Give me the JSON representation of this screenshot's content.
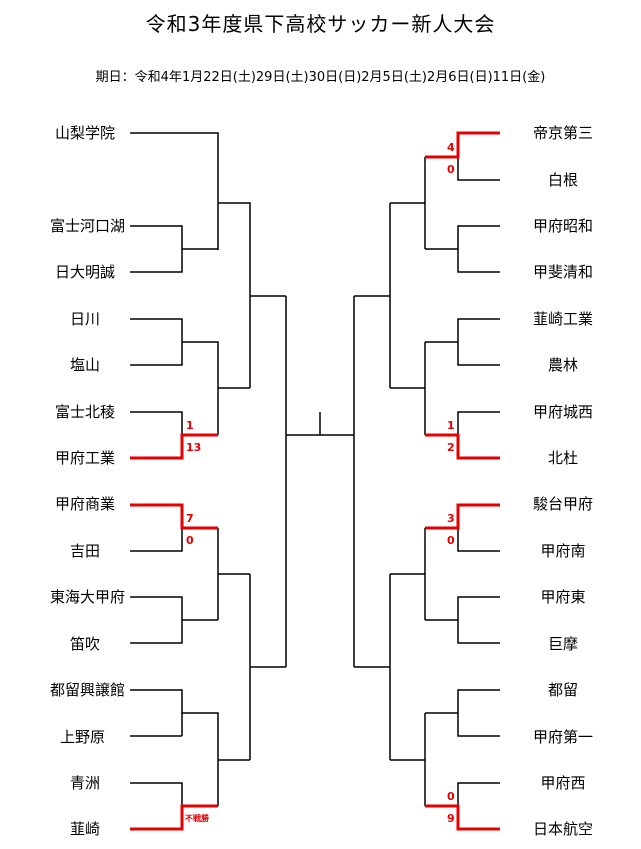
{
  "title": "令和3年度県下高校サッカー新人大会",
  "schedule": "期日：令和4年1月22日(土)29日(土)30日(日)2月5日(土)2月6日(日)11日(金)",
  "colors": {
    "line": "#000000",
    "winner": "#e60000"
  },
  "left_teams": [
    "山梨学院",
    "富士河口湖",
    "日大明誠",
    "日川",
    "塩山",
    "富士北稜",
    "甲府工業",
    "甲府商業",
    "吉田",
    "東海大甲府",
    "笛吹",
    "都留興譲館",
    "上野原",
    "青洲",
    "韮崎"
  ],
  "right_teams": [
    "帝京第三",
    "白根",
    "甲府昭和",
    "甲斐清和",
    "韮崎工業",
    "農林",
    "甲府城西",
    "北杜",
    "駿台甲府",
    "甲府南",
    "甲府東",
    "巨摩",
    "都留",
    "甲府第一",
    "甲府西",
    "日本航空"
  ],
  "scores": {
    "hokuryo": "1",
    "kofu_kogyo": "13",
    "kofu_shogyo": "7",
    "yoshida": "0",
    "nirasaki_fusen": "不戦勝",
    "teikyo_daisan": "4",
    "shirane": "0",
    "kofu_josai": "1",
    "hokuto": "2",
    "sundai_kofu": "3",
    "kofu_minami": "0",
    "kofu_nishi": "0",
    "nihon_koku": "9"
  }
}
